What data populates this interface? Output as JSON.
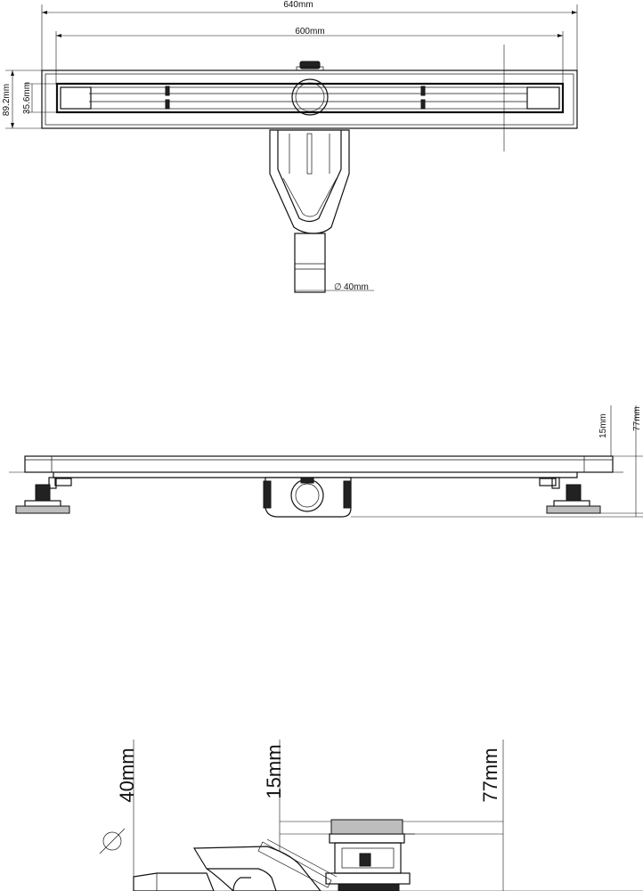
{
  "top_view": {
    "overall_length": "640mm",
    "grate_length": "600mm",
    "overall_width": "89.2mm",
    "channel_width": "35.6mm",
    "outlet_diameter": "40mm",
    "diameter_symbol": "∅"
  },
  "front_view": {
    "grate_height": "15mm",
    "total_height": "77mm"
  },
  "side_view": {
    "outlet_height": "40mm",
    "grate_height": "15mm",
    "total_height": "77mm",
    "diameter_symbol": "∅"
  }
}
